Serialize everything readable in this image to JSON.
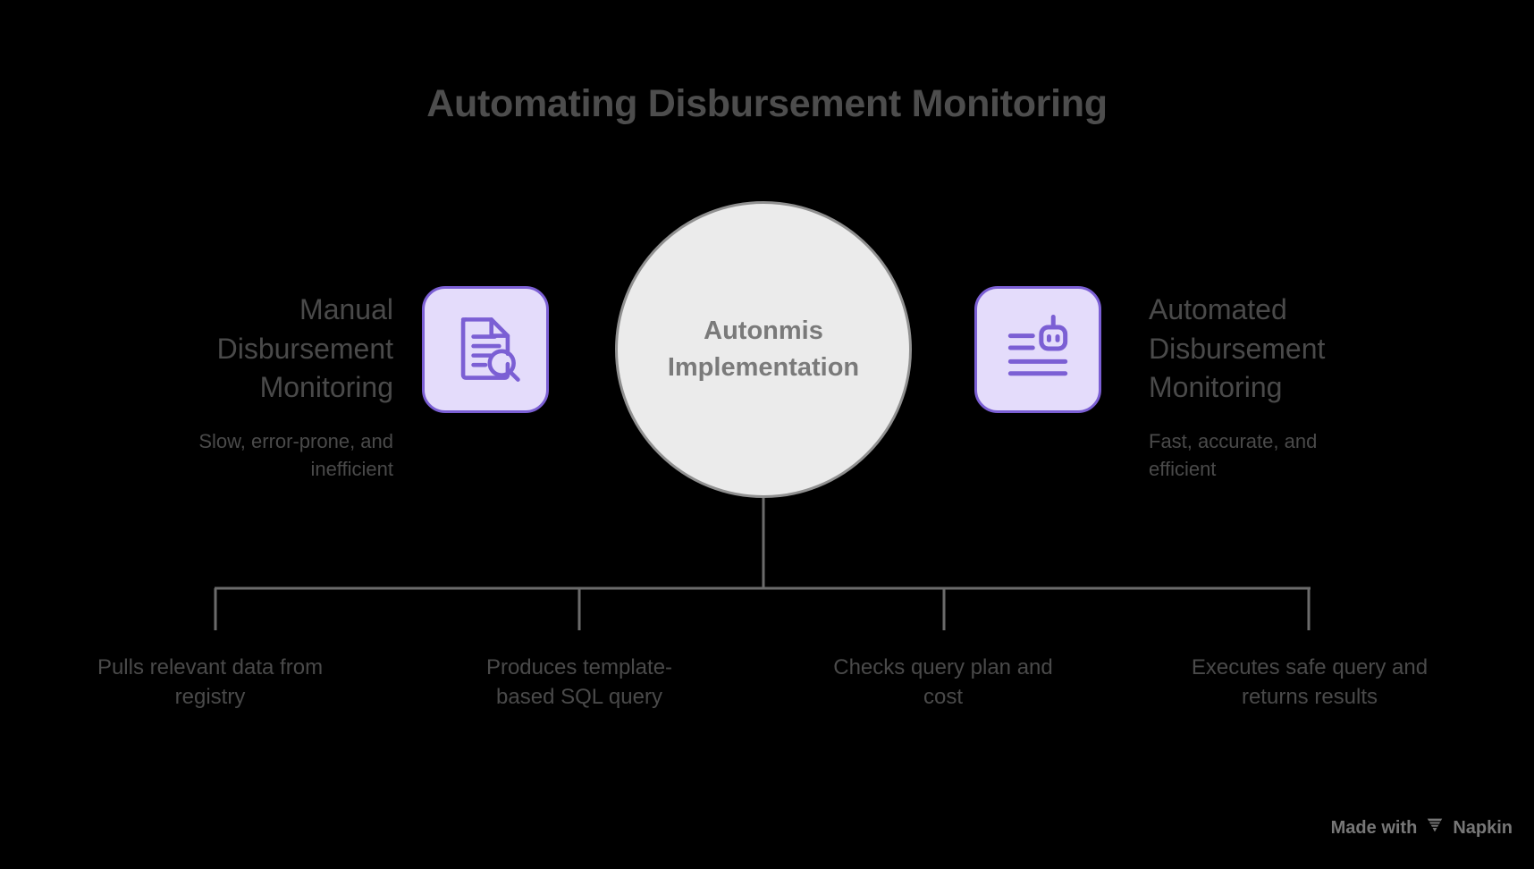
{
  "title": "Automating Disbursement Monitoring",
  "center": {
    "label": "Autonmis\nImplementation",
    "fill": "#ebebeb",
    "stroke": "#909090",
    "text_color": "#7a7a7a"
  },
  "colors": {
    "background": "#000000",
    "text": "#4a4a4a",
    "title": "#4d4d4d",
    "accent_purple": "#7b5fd4",
    "accent_purple_fill": "#e4dcfb",
    "connector": "#6b6b6b"
  },
  "sides": [
    {
      "id": "left",
      "title": "Manual\nDisbursement\nMonitoring",
      "subtitle": "Slow, error-prone, and\ninefficient",
      "icon": "document-search-icon"
    },
    {
      "id": "right",
      "title": "Automated\nDisbursement\nMonitoring",
      "subtitle": "Fast, accurate, and\nefficient",
      "icon": "robot-document-icon"
    }
  ],
  "steps": [
    {
      "label": "Pulls relevant data from\nregistry"
    },
    {
      "label": "Produces template-\nbased SQL query"
    },
    {
      "label": "Checks query plan and\ncost"
    },
    {
      "label": "Executes safe query and\nreturns results"
    }
  ],
  "footer": {
    "made_with": "Made with",
    "brand": "Napkin"
  }
}
